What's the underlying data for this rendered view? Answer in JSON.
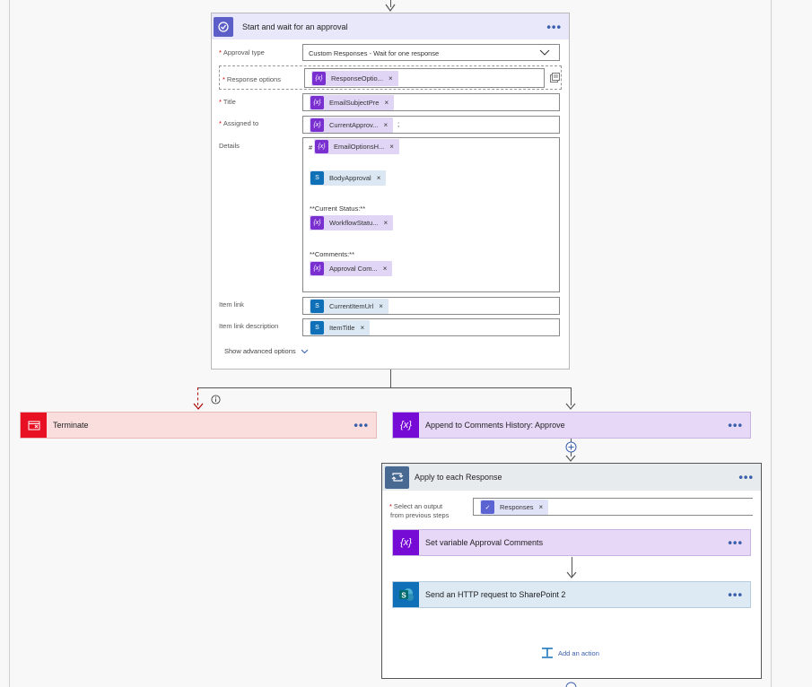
{
  "approval": {
    "title": "Start and wait for an approval",
    "more": "•••",
    "fields": {
      "approval_type_label": "Approval type",
      "approval_type_value": "Custom Responses - Wait for one response",
      "response_options_label": "Response options",
      "response_options_token": "ResponseOptio...",
      "title_label": "Title",
      "title_token": "EmailSubjectPre",
      "assigned_label": "Assigned to",
      "assigned_token": "CurrentApprov...",
      "assigned_suffix": ";",
      "details_label": "Details",
      "details_hash": "#",
      "details_token1": "EmailOptionsH...",
      "details_token2": "BodyApproval",
      "details_status_text": "**Current Status:**",
      "details_token3": "WorkflowStatu...",
      "details_comments_text": "**Comments:**",
      "details_token4": "Approval Com...",
      "item_link_label": "Item link",
      "item_link_token": "CurrentItemUrl",
      "item_link_desc_label": "Item link description",
      "item_link_desc_token": "ItemTitle",
      "advanced": "Show advanced options"
    }
  },
  "terminate": {
    "title": "Terminate",
    "more": "•••"
  },
  "append": {
    "title": "Append to Comments History: Approve",
    "more": "•••"
  },
  "apply_each": {
    "title": "Apply to each Response",
    "more": "•••",
    "select_label_1": "Select an output",
    "select_label_2": "from previous steps",
    "select_token": "Responses",
    "set_variable": "Set variable Approval Comments",
    "http_request": "Send an HTTP request to SharePoint 2",
    "add_action": "Add an action"
  },
  "token_close": "×",
  "var_icon": "{x}",
  "colors": {
    "approval_head": "#e8e8fa",
    "approval_icon": "#5b5fc7",
    "terminate_bg": "#fadddd",
    "terminate_icon": "#e81123",
    "variable_bg": "#e8d8f8",
    "variable_icon": "#770bd6",
    "apply_head": "#e8ebee",
    "apply_icon": "#486991",
    "sharepoint_bg": "#dde9f3",
    "sharepoint_icon": "#036c70",
    "link": "#3a5fab"
  }
}
